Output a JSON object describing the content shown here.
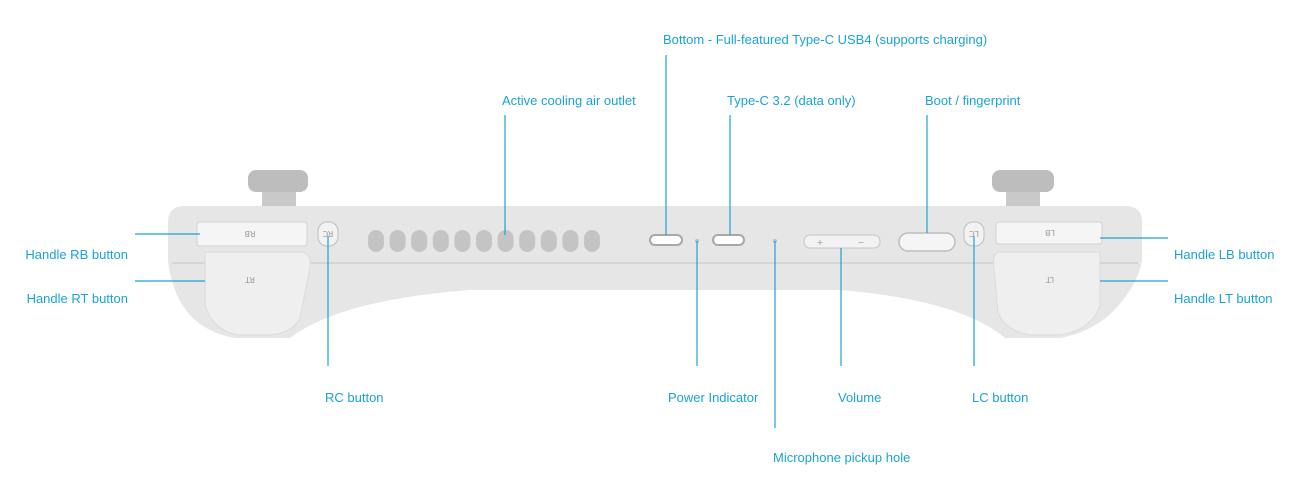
{
  "diagram": {
    "accent_color": "#1aa3d6",
    "device_color": "#e6e6e6",
    "labels": {
      "bottom_usb4": "Bottom - Full-featured Type-C USB4 (supports charging)",
      "cooling": "Active cooling air outlet",
      "typec32": "Type-C 3.2 (data only)",
      "boot": "Boot / fingerprint",
      "rb": "Handle RB button",
      "rt": "Handle RT button",
      "lb": "Handle LB button",
      "lt": "Handle LT button",
      "rc": "RC button",
      "power": "Power Indicator",
      "volume": "Volume",
      "lc": "LC button",
      "mic": "Microphone pickup hole"
    },
    "device_markings": {
      "rb": "RB",
      "rt": "RT",
      "rc": "RC",
      "lc": "LC",
      "lb": "LB",
      "lt": "LT",
      "vol_plus": "+",
      "vol_minus": "−"
    }
  }
}
